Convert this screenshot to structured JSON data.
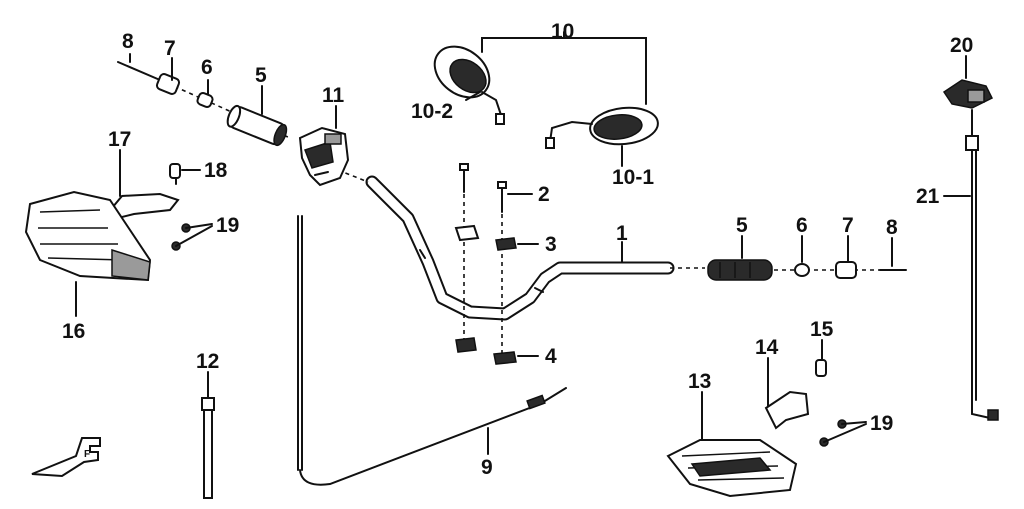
{
  "callouts": [
    {
      "id": "c8a",
      "text": "8"
    },
    {
      "id": "c7a",
      "text": "7"
    },
    {
      "id": "c6a",
      "text": "6"
    },
    {
      "id": "c5a",
      "text": "5"
    },
    {
      "id": "c11",
      "text": "11"
    },
    {
      "id": "c10",
      "text": "10"
    },
    {
      "id": "c102",
      "text": "10-2"
    },
    {
      "id": "c101",
      "text": "10-1"
    },
    {
      "id": "c20",
      "text": "20"
    },
    {
      "id": "c17",
      "text": "17"
    },
    {
      "id": "c18",
      "text": "18"
    },
    {
      "id": "c19a",
      "text": "19"
    },
    {
      "id": "c16",
      "text": "16"
    },
    {
      "id": "c2",
      "text": "2"
    },
    {
      "id": "c3",
      "text": "3"
    },
    {
      "id": "c1",
      "text": "1"
    },
    {
      "id": "c5b",
      "text": "5"
    },
    {
      "id": "c6b",
      "text": "6"
    },
    {
      "id": "c7b",
      "text": "7"
    },
    {
      "id": "c8b",
      "text": "8"
    },
    {
      "id": "c21",
      "text": "21"
    },
    {
      "id": "c4",
      "text": "4"
    },
    {
      "id": "c12",
      "text": "12"
    },
    {
      "id": "c9",
      "text": "9"
    },
    {
      "id": "c15",
      "text": "15"
    },
    {
      "id": "c14",
      "text": "14"
    },
    {
      "id": "c13",
      "text": "13"
    },
    {
      "id": "c19b",
      "text": "19"
    }
  ],
  "front_marker": "F"
}
